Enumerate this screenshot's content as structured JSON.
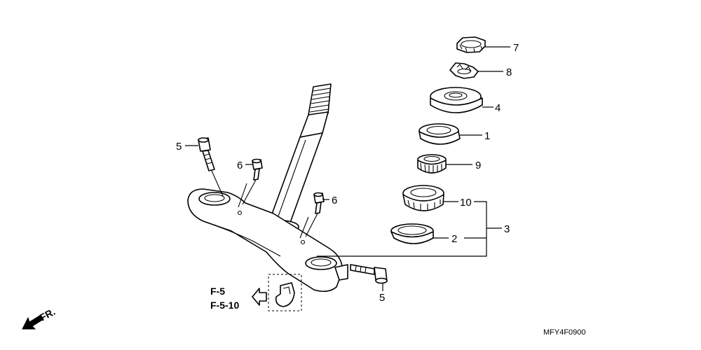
{
  "callouts": {
    "c7": "7",
    "c8": "8",
    "c4": "4",
    "c1": "1",
    "c9": "9",
    "c10": "10",
    "c2": "2",
    "c3": "3",
    "c5_left": "5",
    "c6_upper": "6",
    "c6_lower": "6",
    "c5_lower": "5"
  },
  "references": [
    "F-5",
    "F-5-10"
  ],
  "direction_label": "FR.",
  "diagram_code": "MFY4F0900"
}
